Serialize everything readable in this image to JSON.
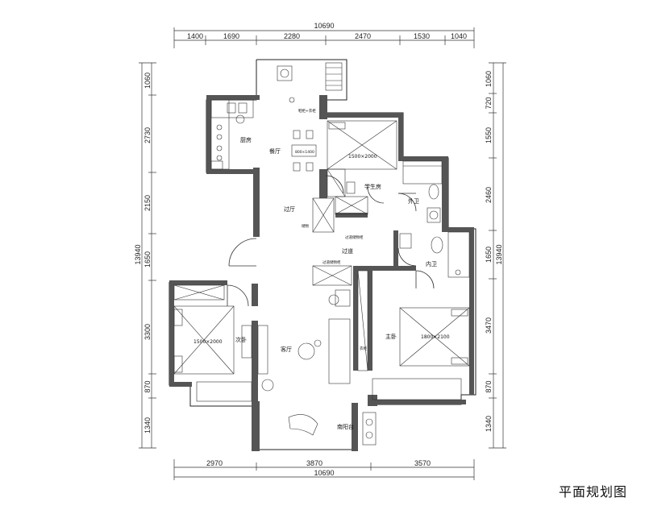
{
  "caption": "平面规划图",
  "dims": {
    "top_total": "10690",
    "top": [
      "1400",
      "1690",
      "2280",
      "2470",
      "1530",
      "1040"
    ],
    "bottom_total": "10690",
    "bottom": [
      "2970",
      "3870",
      "3570"
    ],
    "left": [
      "1060",
      "2730",
      "2150",
      "1650",
      "3300",
      "870",
      "1340"
    ],
    "left_total": "13940",
    "right": [
      "1060",
      "720",
      "1550",
      "2460",
      "1650",
      "3470",
      "870",
      "1340"
    ],
    "right_total": "13940"
  },
  "rooms": {
    "kitchen": "厨房",
    "dining": "餐厅",
    "hall": "过厅",
    "corridor": "过道",
    "student": "学生房",
    "outer_bath": "外卫",
    "inner_bath": "内卫",
    "second_bed": "次卧",
    "living": "客厅",
    "master": "主卧",
    "balcony": "南阳台"
  },
  "furniture": {
    "table": "800×1400",
    "bed_student": "1500×2000",
    "bed_second": "1500×2000",
    "bed_master": "1800×2100",
    "cabinet_note": "鞋柜+衣柜",
    "corridor_cab1": "过道储物柜",
    "corridor_cab2": "过道储物柜",
    "hall_cab": "储物",
    "wardrobe": "衣柜"
  }
}
